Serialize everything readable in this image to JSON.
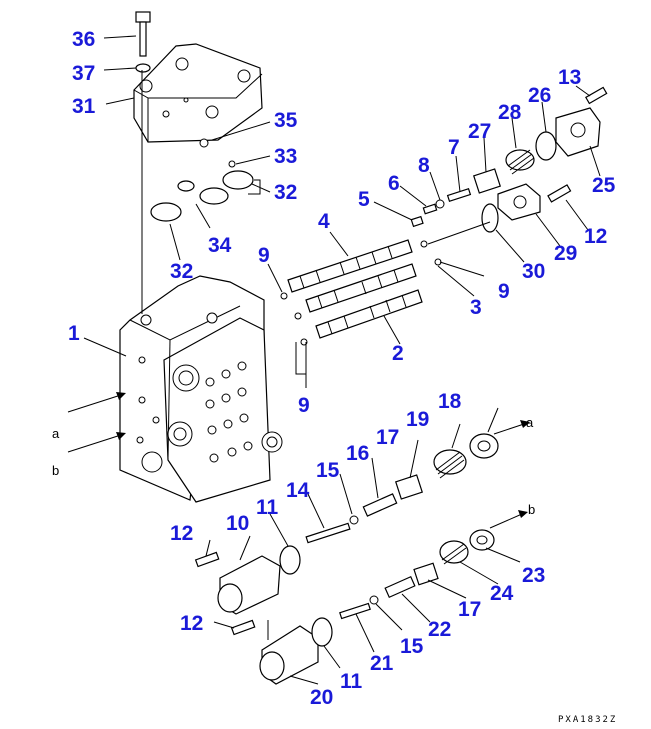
{
  "callouts": [
    {
      "id": "c36",
      "label": "36"
    },
    {
      "id": "c37",
      "label": "37"
    },
    {
      "id": "c31",
      "label": "31"
    },
    {
      "id": "c35",
      "label": "35"
    },
    {
      "id": "c33",
      "label": "33"
    },
    {
      "id": "c32a",
      "label": "32"
    },
    {
      "id": "c34",
      "label": "34"
    },
    {
      "id": "c32b",
      "label": "32"
    },
    {
      "id": "c1",
      "label": "1"
    },
    {
      "id": "c9a",
      "label": "9"
    },
    {
      "id": "c9b",
      "label": "9"
    },
    {
      "id": "c9c",
      "label": "9"
    },
    {
      "id": "c4",
      "label": "4"
    },
    {
      "id": "c5",
      "label": "5"
    },
    {
      "id": "c6",
      "label": "6"
    },
    {
      "id": "c8",
      "label": "8"
    },
    {
      "id": "c7",
      "label": "7"
    },
    {
      "id": "c27",
      "label": "27"
    },
    {
      "id": "c28",
      "label": "28"
    },
    {
      "id": "c26",
      "label": "26"
    },
    {
      "id": "c13",
      "label": "13"
    },
    {
      "id": "c25",
      "label": "25"
    },
    {
      "id": "c12a",
      "label": "12"
    },
    {
      "id": "c29",
      "label": "29"
    },
    {
      "id": "c30",
      "label": "30"
    },
    {
      "id": "c3",
      "label": "3"
    },
    {
      "id": "c2",
      "label": "2"
    },
    {
      "id": "c18",
      "label": "18"
    },
    {
      "id": "c19",
      "label": "19"
    },
    {
      "id": "c17a",
      "label": "17"
    },
    {
      "id": "c16",
      "label": "16"
    },
    {
      "id": "c15a",
      "label": "15"
    },
    {
      "id": "c14",
      "label": "14"
    },
    {
      "id": "c11a",
      "label": "11"
    },
    {
      "id": "c10",
      "label": "10"
    },
    {
      "id": "c12b",
      "label": "12"
    },
    {
      "id": "c12c",
      "label": "12"
    },
    {
      "id": "c23",
      "label": "23"
    },
    {
      "id": "c24",
      "label": "24"
    },
    {
      "id": "c17b",
      "label": "17"
    },
    {
      "id": "c22",
      "label": "22"
    },
    {
      "id": "c15b",
      "label": "15"
    },
    {
      "id": "c21",
      "label": "21"
    },
    {
      "id": "c11b",
      "label": "11"
    },
    {
      "id": "c20",
      "label": "20"
    }
  ],
  "ports": {
    "a_left": "a",
    "b_left": "b",
    "a_right": "a",
    "b_right": "b"
  },
  "drawing_code": "PXA1832Z",
  "colors": {
    "callout": "#1a1ad8",
    "line": "#000000"
  }
}
